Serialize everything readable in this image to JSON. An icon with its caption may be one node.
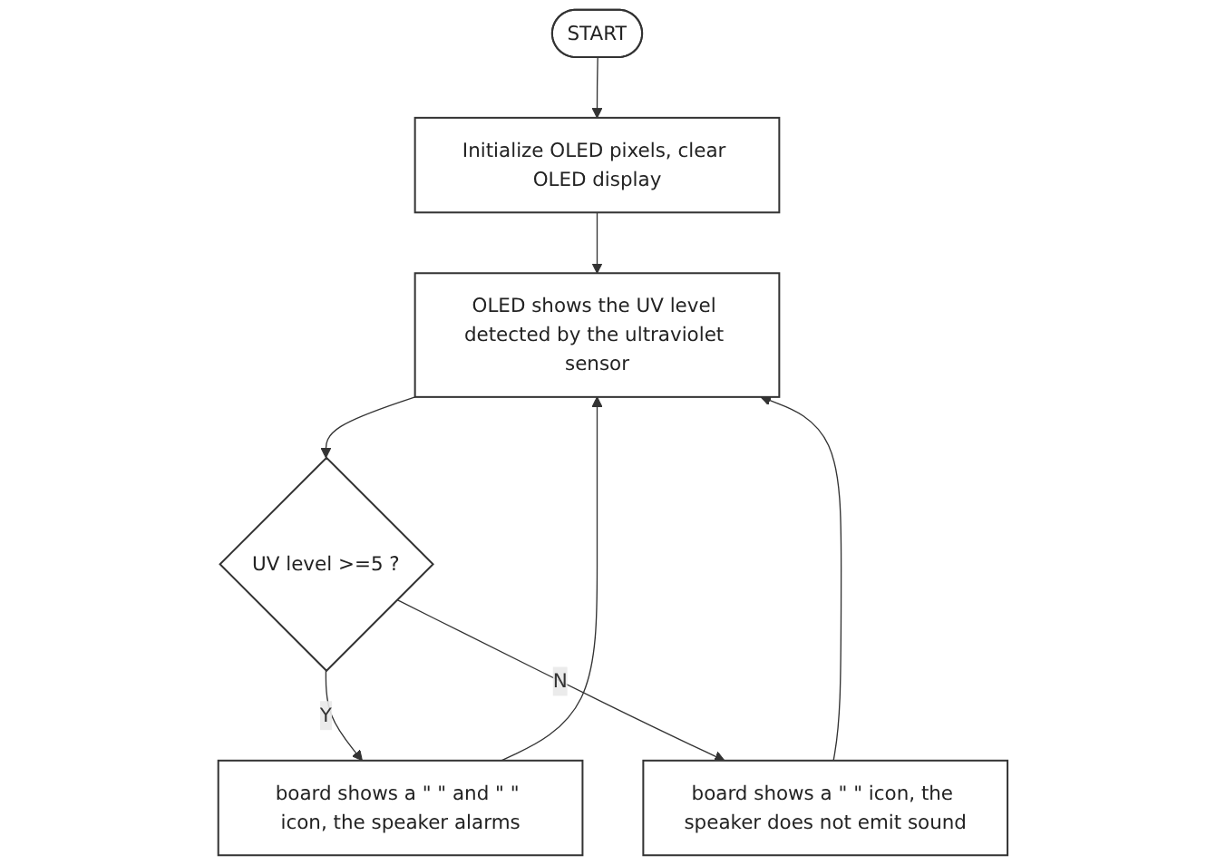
{
  "diagram": {
    "nodes": [
      {
        "text": [
          "START"
        ]
      },
      {
        "text": [
          "Initialize OLED pixels, clear OLED display"
        ]
      },
      {
        "text": [
          "OLED shows the UV level detected by the ultraviolet sensor"
        ]
      },
      {
        "text": [
          "UV level >=5 ?"
        ]
      },
      {
        "text": [
          "board shows a \" \" and \" \" icon, the speaker alarms"
        ]
      },
      {
        "text": [
          "board shows a \" \" icon, the speaker does not emit sound"
        ]
      }
    ],
    "edges": [
      {
        "from": 0,
        "to": 1,
        "arrow": "to"
      },
      {
        "from": 1,
        "to": 2,
        "arrow": "to"
      },
      {
        "from": 2,
        "to": 3,
        "arrow": "to"
      },
      {
        "from": 3,
        "to": 4,
        "label": "Y",
        "arrow": "to"
      },
      {
        "from": 3,
        "to": 5,
        "label": "N",
        "arrow": "to"
      },
      {
        "from": 4,
        "to": 2,
        "arrow": "to"
      },
      {
        "from": 5,
        "to": 2,
        "arrow": "to"
      }
    ]
  }
}
